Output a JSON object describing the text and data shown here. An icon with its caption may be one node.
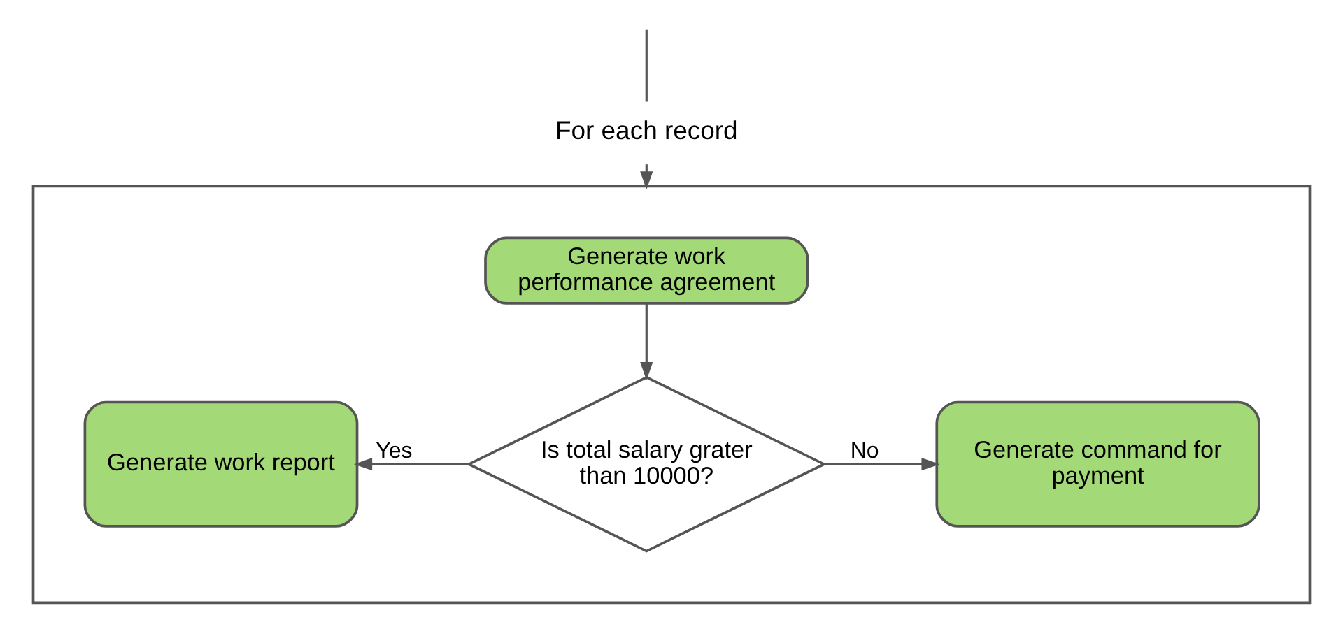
{
  "diagram": {
    "nodes": [
      {
        "text": [
          "For each record"
        ]
      },
      {
        "text": [],
        "shape": "box"
      },
      {
        "text": [
          "Generate work performance agreement"
        ],
        "in": 1
      },
      {
        "text": [
          "Is total salary grater than 10000?"
        ],
        "in": 1
      },
      {
        "text": [
          "Generate work report"
        ],
        "in": 1
      },
      {
        "text": [
          "Generate command for payment"
        ],
        "in": 1
      }
    ],
    "edges": [
      {
        "from": null,
        "to": 0,
        "arrow": "none"
      },
      {
        "from": 0,
        "to": 1,
        "arrow": "to"
      },
      {
        "from": 2,
        "to": 3,
        "arrow": "to"
      },
      {
        "from": 3,
        "to": 4,
        "arrow": "to",
        "label": "Yes"
      },
      {
        "from": 3,
        "to": 5,
        "arrow": "to",
        "label": "No"
      }
    ]
  }
}
